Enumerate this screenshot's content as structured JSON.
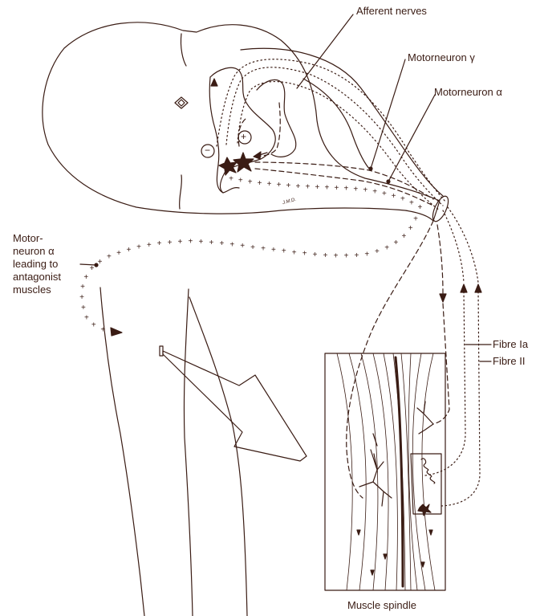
{
  "labels": {
    "afferent": "Afferent nerves",
    "motor_gamma": "Motorneuron γ",
    "motor_alpha": "Motorneuron α",
    "motor_antagonist": "Motor-\nneuron α\nleading to\nantagonist\nmuscles",
    "fibre_ia": "Fibre Ia",
    "fibre_ii": "Fibre II",
    "muscle_spindle": "Muscle spindle",
    "signature": "J.M.D."
  },
  "symbols": {
    "plus": "+",
    "minus": "−"
  },
  "colors": {
    "ink": "#3a1c14",
    "background": "#ffffff"
  }
}
